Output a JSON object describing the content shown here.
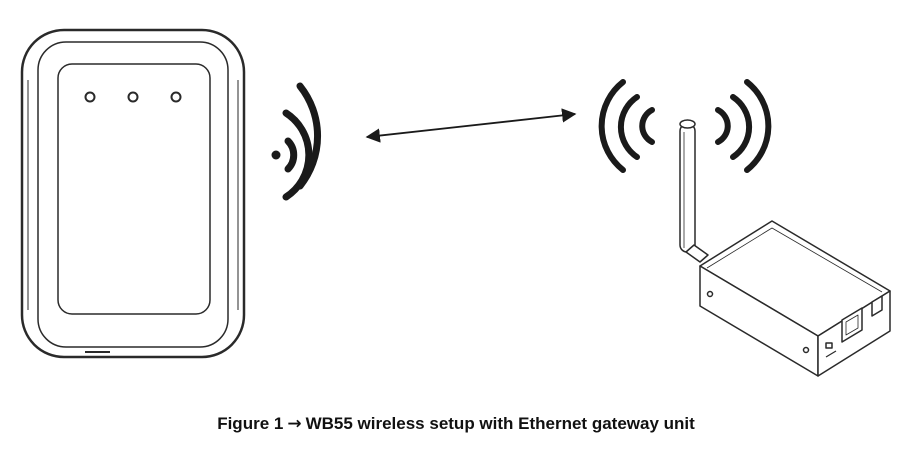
{
  "caption": {
    "prefix": "Figure 1",
    "arrow": "→",
    "text": "WB55 wireless setup with Ethernet gateway unit"
  },
  "colors": {
    "ink": "#1a1a1a",
    "outline": "#2a2a2a",
    "background": "#ffffff"
  },
  "icons": {
    "sensor": "wireless-sensor-icon",
    "gateway": "ethernet-gateway-icon",
    "signal": "wifi-signal-icon",
    "link": "bidirectional-arrow-icon"
  },
  "sensor": {
    "led_count": 3
  }
}
